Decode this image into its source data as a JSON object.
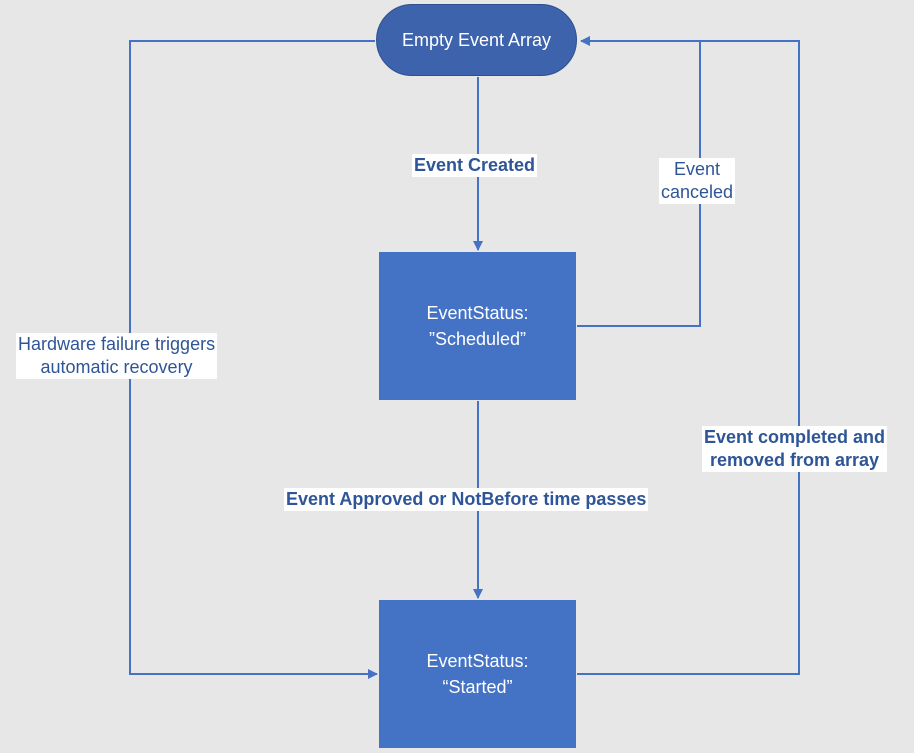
{
  "colors": {
    "background": "#e7e7e7",
    "terminal_fill": "#3d63ad",
    "state_fill": "#4472c4",
    "edge": "#4472c4",
    "label_text": "#2e5597"
  },
  "nodes": {
    "empty_array": "Empty Event Array",
    "scheduled": {
      "line1": "EventStatus:",
      "line2": "”Scheduled”"
    },
    "started": {
      "line1": "EventStatus:",
      "line2": "“Started”"
    }
  },
  "edges": {
    "created": "Event Created",
    "canceled": {
      "line1": "Event",
      "line2": "canceled"
    },
    "approved": "Event Approved or NotBefore time passes",
    "completed": {
      "line1": "Event completed and",
      "line2": "removed from array"
    },
    "hardware": {
      "line1": "Hardware failure triggers",
      "line2": "automatic recovery"
    }
  }
}
